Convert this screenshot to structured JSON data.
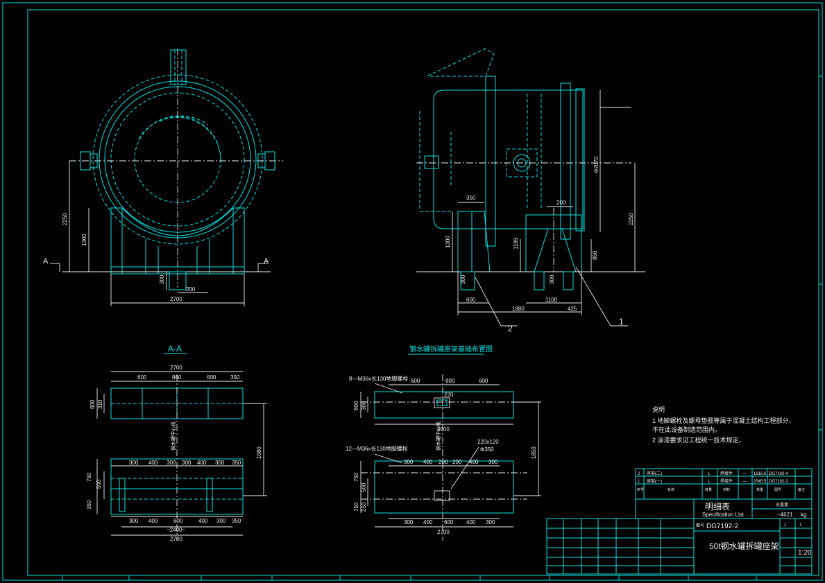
{
  "colors": {
    "background": "#000000",
    "cyan": "#00e5e5",
    "white": "#f0f0f0",
    "frame": "#00d8d8"
  },
  "front_view": {
    "dim_height_total": "2250",
    "dim_height_support": "1300",
    "dim_width": "2700",
    "dim_foot": "200",
    "dim_foot_h": "300",
    "section_mark_left": "A",
    "section_mark_right": "A"
  },
  "side_view": {
    "dim_top_left": "350",
    "dim_top_right": "200",
    "dim_diameter": "Φ2070",
    "dim_height_total": "2250",
    "dim_height_left": "1300",
    "dim_height_mid": "1189",
    "dim_height_right": "850",
    "dim_foot_h_left": "300",
    "dim_foot_h_right": "300",
    "dim_bottom_left": "600",
    "dim_bottom_mid": "1100",
    "dim_bottom_total": "1880",
    "dim_bottom_right": "425",
    "callout_1": "1",
    "callout_2": "2"
  },
  "section_aa": {
    "title": "A-A",
    "top_total": "2700",
    "top_dims": [
      "600",
      "860",
      "600",
      "350"
    ],
    "top_side": "600",
    "top_side2": "310",
    "center_label": "钢水罐中心线",
    "gap_dim": "1080",
    "bottom_dims_top": [
      "300",
      "400",
      "300",
      "300",
      "400",
      "300",
      "350"
    ],
    "bottom_side_top": "750",
    "bottom_side_mid": "500",
    "bottom_side_bot": "350",
    "bottom_dims_bot": [
      "300",
      "400",
      "600",
      "400",
      "300",
      "350"
    ],
    "bottom_inner": "~2400~",
    "bottom_total": "2700"
  },
  "foundation_plan": {
    "title": "钢水罐拆罐座架基础布置图",
    "bolt_note_top": "8—M36x长130地脚螺栓",
    "top_dims": [
      "600",
      "800",
      "600"
    ],
    "top_side": "600",
    "top_side2": "300",
    "top_center": "220",
    "top_total": "2700",
    "center_label": "钢水罐中心线",
    "hole_note_1": "220x120",
    "hole_note_2": "Φ350",
    "gap_dim": "1850",
    "bolt_note_bottom": "12—M36x长130地脚螺栓",
    "bottom_dims_top": [
      "300",
      "400",
      "200",
      "200",
      "400",
      "300"
    ],
    "bottom_side_top": "750",
    "bottom_side_mid": "500",
    "bottom_side_bot": "750",
    "bottom_side_bot2": "250",
    "bottom_dims_bot": [
      "300",
      "400",
      "600",
      "400",
      "300"
    ],
    "bottom_total": "2700"
  },
  "notes": {
    "title": "说明",
    "line1": "1  地脚螺栓及螺母垫圈等属于混凝土结构工程部分，",
    "line1b": "    不在此设备制造范围内。",
    "line2": "2  涂漆要求见工程统一技术规定。"
  },
  "bom": {
    "rows": [
      {
        "no": "2",
        "name": "座架(二)",
        "qty": "1",
        "material": "焊接件",
        "dash": "—",
        "weight": "1616.6",
        "drawing": "DG7192-4"
      },
      {
        "no": "1",
        "name": "座架(一)",
        "qty": "1",
        "material": "焊接件",
        "dash": "—",
        "weight": "2545.5",
        "drawing": "DG7192-3"
      }
    ],
    "header_no": "序号",
    "header_name": "名称",
    "header_qty": "数量",
    "header_material": "材料",
    "header_weight": "单重",
    "header_drawing": "图号",
    "header_remark": "备注"
  },
  "title_block": {
    "spec_title": "明细表",
    "spec_title_en": "Specification List",
    "drawing_no_label": "图号",
    "drawing_no": "DG7192-2",
    "total_weight_label": "总重量",
    "total_weight": "~4621",
    "weight_unit": "kg",
    "part_name": "50t钢水罐拆罐座架",
    "scale": "1:20",
    "sheet": "1",
    "sheets": "1"
  }
}
